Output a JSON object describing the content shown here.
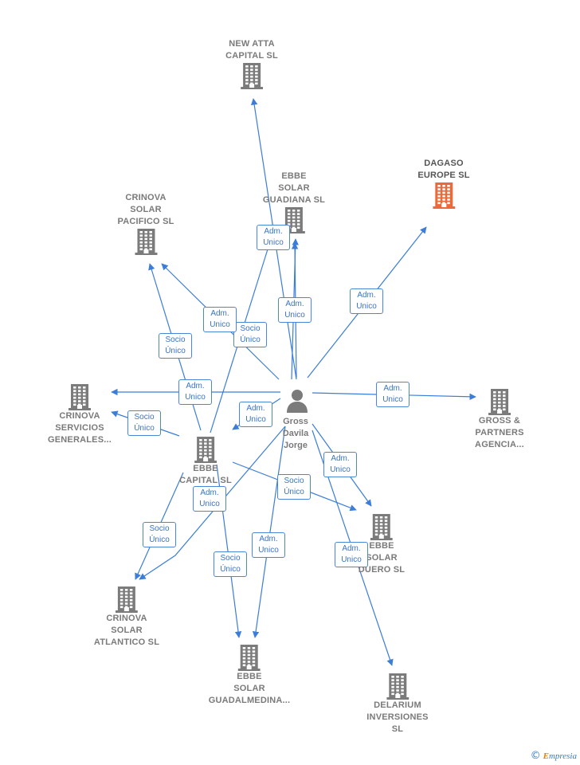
{
  "colors": {
    "edge": "#3b7dd8",
    "building": "#7b7b7b",
    "highlight": "#ec6a3a"
  },
  "person": {
    "name": "Gross\nDavila\nJorge",
    "icon": "person-icon"
  },
  "companies": [
    {
      "id": "new-atta",
      "label": "NEW ATTA\nCAPITAL  SL"
    },
    {
      "id": "dagaso",
      "label": "DAGASO\nEUROPE  SL",
      "highlight": true
    },
    {
      "id": "ebbe-guadiana",
      "label": "EBBE\nSOLAR\nGUADIANA  SL"
    },
    {
      "id": "crinova-pacifico",
      "label": "CRINOVA\nSOLAR\nPACIFICO  SL"
    },
    {
      "id": "crinova-servicios",
      "label": "CRINOVA\nSERVICIOS\nGENERALES..."
    },
    {
      "id": "gross-partners",
      "label": "GROSS &\nPARTNERS\nAGENCIA..."
    },
    {
      "id": "ebbe-capital",
      "label": "EBBE\nCAPITAL  SL"
    },
    {
      "id": "ebbe-duero",
      "label": "EBBE\nSOLAR\nDUERO  SL"
    },
    {
      "id": "crinova-atlantico",
      "label": "CRINOVA\nSOLAR\nATLANTICO  SL"
    },
    {
      "id": "ebbe-guadalmedina",
      "label": "EBBE\nSOLAR\nGUADALMEDINA..."
    },
    {
      "id": "delarium",
      "label": "DELARIUM\nINVERSIONES\nSL"
    }
  ],
  "relations": [
    {
      "text": "Adm.\nUnico"
    },
    {
      "text": "Adm.\nUnico"
    },
    {
      "text": "Socio\nÚnico"
    },
    {
      "text": "Adm.\nUnico"
    },
    {
      "text": "Adm.\nUnico"
    },
    {
      "text": "Socio\nÚnico"
    },
    {
      "text": "Adm.\nUnico"
    },
    {
      "text": "Adm.\nUnico"
    },
    {
      "text": "Socio\nÚnico"
    },
    {
      "text": "Adm.\nUnico"
    },
    {
      "text": "Socio\nÚnico"
    },
    {
      "text": "Adm.\nUnico"
    },
    {
      "text": "Socio\nÚnico"
    },
    {
      "text": "Adm.\nUnico"
    },
    {
      "text": "Socio\nÚnico"
    },
    {
      "text": "Adm.\nUnico"
    },
    {
      "text": "Adm.\nUnico"
    }
  ],
  "footer": {
    "copyright": "©",
    "brand_initial": "E",
    "brand_rest": "mpresia"
  }
}
